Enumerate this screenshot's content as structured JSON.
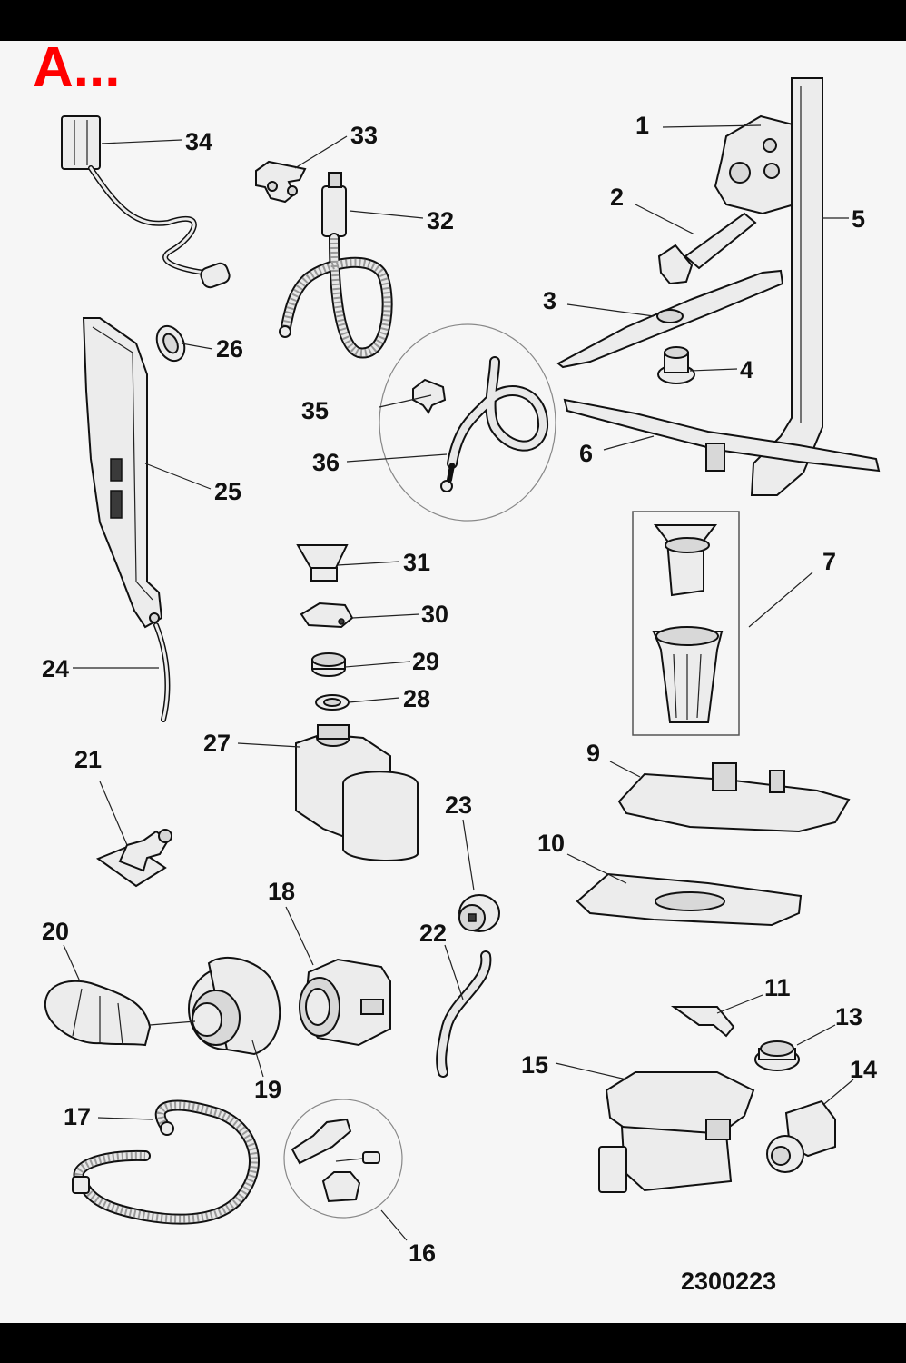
{
  "heading": "A...",
  "drawing_number": "2300223",
  "part_numbers": [
    "1",
    "2",
    "3",
    "4",
    "5",
    "6",
    "7",
    "9",
    "10",
    "11",
    "13",
    "14",
    "15",
    "16",
    "17",
    "18",
    "19",
    "20",
    "21",
    "22",
    "23",
    "24",
    "25",
    "26",
    "27",
    "28",
    "29",
    "30",
    "31",
    "32",
    "33",
    "34",
    "35",
    "36"
  ]
}
